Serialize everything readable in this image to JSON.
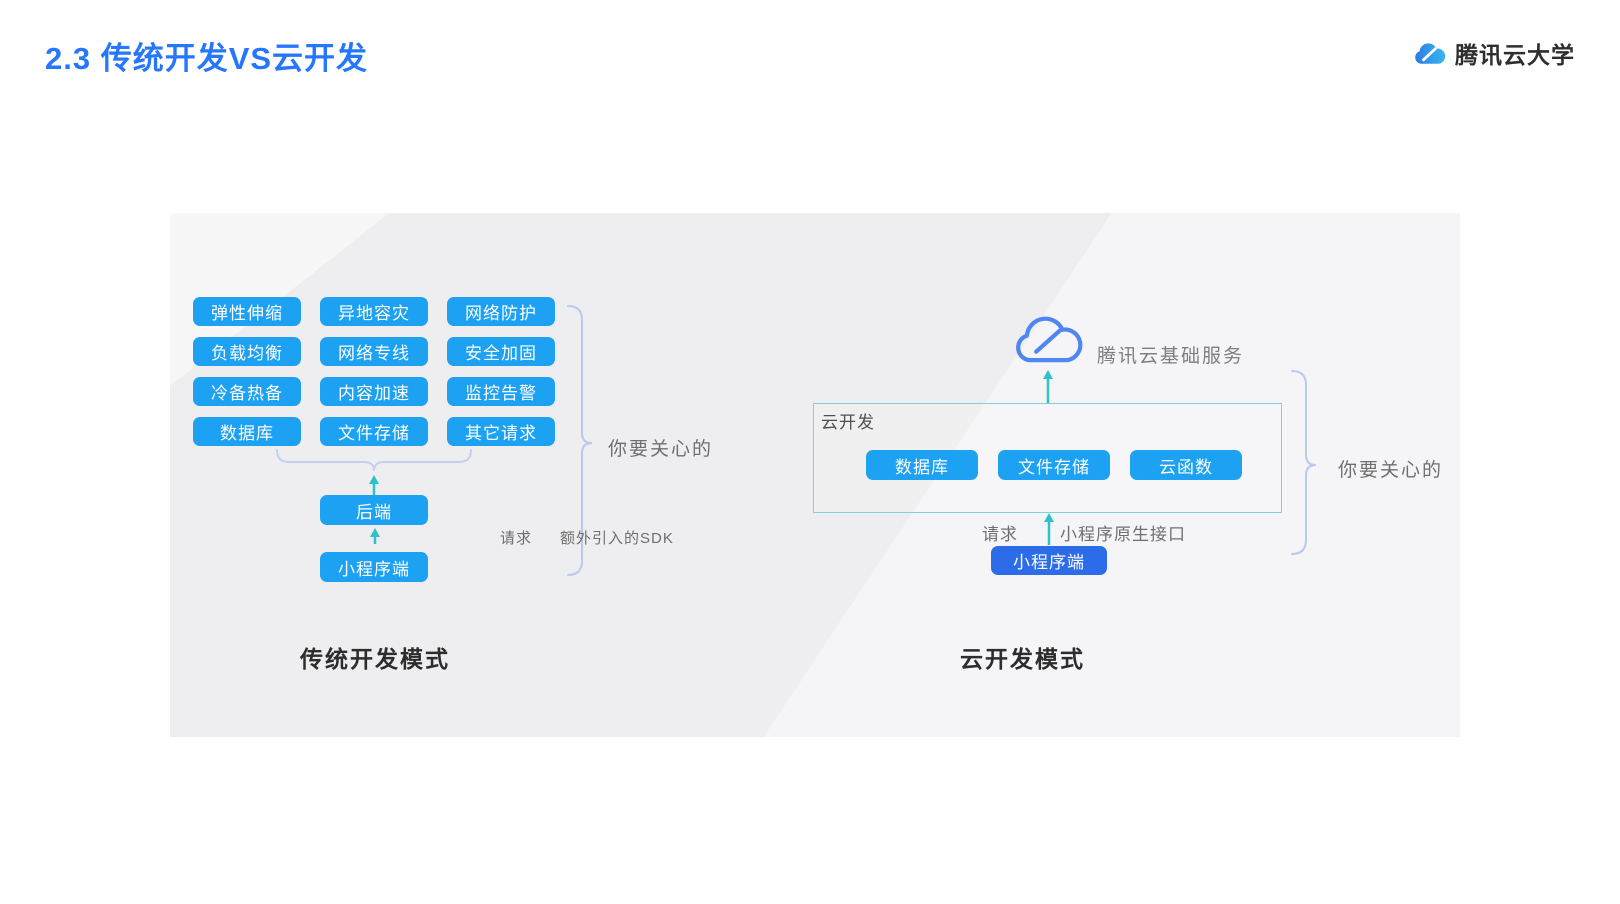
{
  "slide": {
    "title": "2.3 传统开发VS云开发",
    "brand": "腾讯云大学"
  },
  "traditional": {
    "caption": "传统开发模式",
    "concerns": [
      "弹性伸缩",
      "异地容灾",
      "网络防护",
      "负载均衡",
      "网络专线",
      "安全加固",
      "冷备热备",
      "内容加速",
      "监控告警",
      "数据库",
      "文件存储",
      "其它请求"
    ],
    "backend_label": "后端",
    "request_label": "请求",
    "sdk_label": "额外引入的SDK",
    "client_label": "小程序端",
    "brace_label": "你要关心的"
  },
  "cloud": {
    "caption": "云开发模式",
    "service_label": "腾讯云基础服务",
    "box_label": "云开发",
    "capabilities": [
      "数据库",
      "文件存储",
      "云函数"
    ],
    "request_label": "请求",
    "native_api_label": "小程序原生接口",
    "client_label": "小程序端",
    "brace_label": "你要关心的"
  },
  "colors": {
    "title_blue": "#2677fb",
    "pill_blue": "#1da1f3",
    "client_blue": "#2c6ce9",
    "teal_line": "#2cc3c8",
    "box_border": "#7ed2d9",
    "brace_blue": "#b9c9ef",
    "panel_gray": "#eeeef0"
  }
}
